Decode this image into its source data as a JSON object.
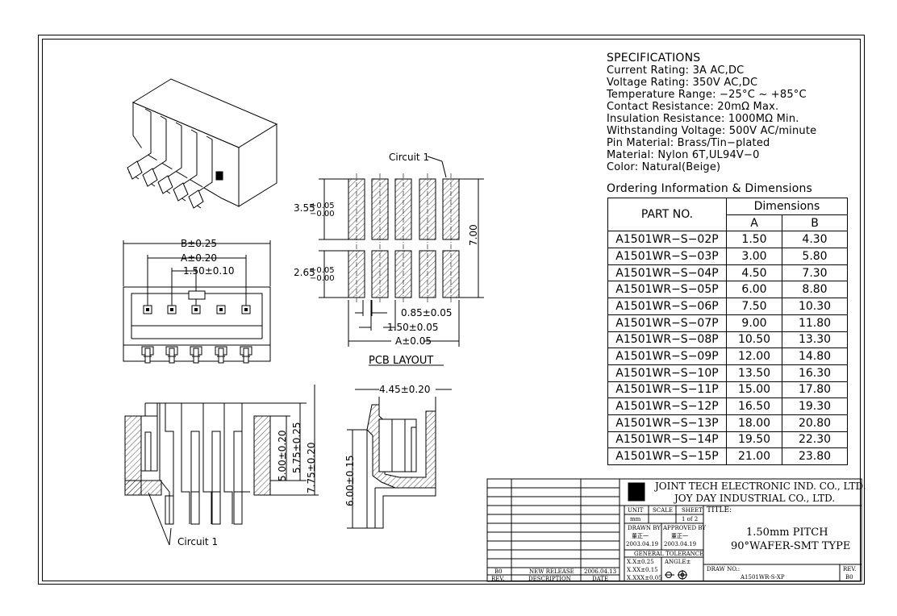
{
  "specifications": {
    "heading": "SPECIFICATIONS",
    "lines": [
      "Current Rating: 3A AC,DC",
      "Voltage Rating: 350V AC,DC",
      "Temperature Range: −25°C ~ +85°C",
      "Contact Resistance: 20mΩ Max.",
      "Insulation Resistance: 1000MΩ Min.",
      "Withstanding Voltage: 500V AC/minute",
      "Pin Material: Brass/Tin−plated",
      "Material: Nylon 6T,UL94V−0",
      "Color: Natural(Beige)"
    ],
    "ordering_title": "Ordering Information & Dimensions"
  },
  "table": {
    "col_part": "PART NO.",
    "col_dimensions": "Dimensions",
    "col_a": "A",
    "col_b": "B",
    "rows": [
      [
        "A1501WR−S−02P",
        "1.50",
        "4.30"
      ],
      [
        "A1501WR−S−03P",
        "3.00",
        "5.80"
      ],
      [
        "A1501WR−S−04P",
        "4.50",
        "7.30"
      ],
      [
        "A1501WR−S−05P",
        "6.00",
        "8.80"
      ],
      [
        "A1501WR−S−06P",
        "7.50",
        "10.30"
      ],
      [
        "A1501WR−S−07P",
        "9.00",
        "11.80"
      ],
      [
        "A1501WR−S−08P",
        "10.50",
        "13.30"
      ],
      [
        "A1501WR−S−09P",
        "12.00",
        "14.80"
      ],
      [
        "A1501WR−S−10P",
        "13.50",
        "16.30"
      ],
      [
        "A1501WR−S−11P",
        "15.00",
        "17.80"
      ],
      [
        "A1501WR−S−12P",
        "16.50",
        "19.30"
      ],
      [
        "A1501WR−S−13P",
        "18.00",
        "20.80"
      ],
      [
        "A1501WR−S−14P",
        "19.50",
        "22.30"
      ],
      [
        "A1501WR−S−15P",
        "21.00",
        "23.80"
      ]
    ]
  },
  "drawing": {
    "dim_b": "B±0.25",
    "dim_a": "A±0.20",
    "dim_pitch": "1.50±0.10",
    "circuit_label": "Circuit 1",
    "circuit_label_top": "Circuit 1",
    "pad_top_dim": "3.55",
    "pad_top_tol_plus": "+0.05",
    "pad_top_tol_minus": "−0.00",
    "pad_bot_dim": "2.65",
    "pad_bot_tol_plus": "+0.05",
    "pad_bot_tol_minus": "−0.00",
    "pcb_height": "7.00",
    "pad_width": "0.85±0.05",
    "pcb_pitch": "1.50±0.05",
    "pcb_total": "A±0.05",
    "pcb_layout_label": "PCB LAYOUT",
    "side_width": "4.45±0.20",
    "side_height": "6.00±0.15",
    "front_h1": "5.00±0.20",
    "front_h2": "5.75±0.25",
    "front_h3": "7.75±0.20"
  },
  "title_block": {
    "company1": "JOINT TECH ELECTRONIC IND. CO., LTD.",
    "company2": "JOY DAY INDUSTRIAL CO., LTD.",
    "unit_label": "UNIT",
    "unit_value": "mm",
    "scale_label": "SCALE",
    "sheet_label": "SHEET",
    "sheet_value": "1 of 2",
    "title_label": "TITLE:",
    "drawn_by_label": "DRAWN BY",
    "drawn_by_name": "董正一",
    "drawn_date": "2003.04.19",
    "approved_by_label": "APPROVED BY",
    "approved_by_name": "董正一",
    "approved_date": "2003.04.19",
    "general_tolerance": "GENERAL TOLERANCE",
    "tol1": "X.X±0.25",
    "tol2": "X.XX±0.15",
    "tol3": "X.XXX±0.05",
    "angle_label": "ANGLE±",
    "title_line1": "1.50mm PITCH",
    "title_line2": "90°WAFER-SMT TYPE",
    "draw_no_label": "DRAW NO.:",
    "draw_no_value": "A1501WR-S-XP",
    "rev_label": "REV.",
    "rev_value": "B0",
    "rev_row_rev": "B0",
    "rev_row_desc": "NEW RELEASE",
    "rev_row_date": "2006.04.13",
    "hdr_rev": "REV.",
    "hdr_desc": "DESCRIPTION",
    "hdr_date": "DATE"
  }
}
